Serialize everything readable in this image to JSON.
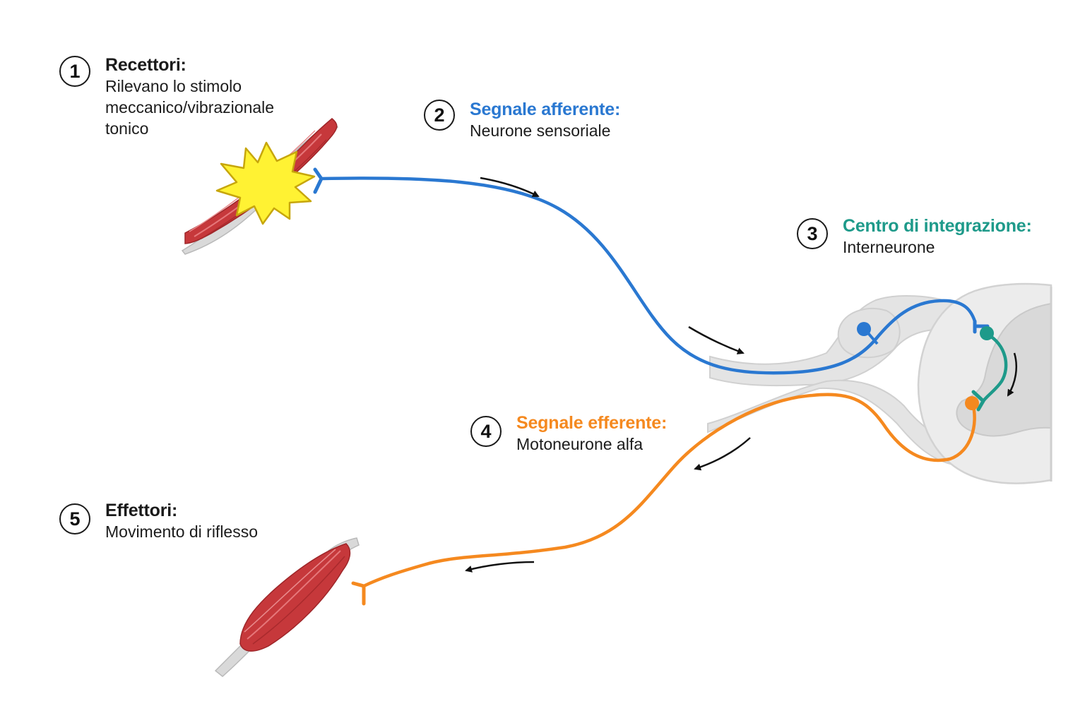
{
  "colors": {
    "afferent": "#2a78d1",
    "interneuron": "#1e9a8a",
    "efferent": "#f5891f",
    "heading_default": "#111111",
    "muscle": "#c6383b",
    "stimulus": "#fff233",
    "spinal_cord": "#e6e6e6"
  },
  "steps": [
    {
      "number": "1",
      "title": "Recettori:",
      "description": "Rilevano lo stimolo\nmeccanico/vibrazionale\ntonico",
      "color": "#111111"
    },
    {
      "number": "2",
      "title": "Segnale afferente:",
      "description": "Neurone sensoriale",
      "color": "#2a78d1"
    },
    {
      "number": "3",
      "title": "Centro di integrazione:",
      "description": "Interneurone",
      "color": "#1e9a8a"
    },
    {
      "number": "4",
      "title": "Segnale efferente:",
      "description": "Motoneurone alfa",
      "color": "#f5891f"
    },
    {
      "number": "5",
      "title": "Effettori:",
      "description": "Movimento di riflesso",
      "color": "#111111"
    }
  ],
  "icons": {
    "receptor_muscle": "stretched-muscle-icon",
    "stimulus": "starburst-icon",
    "effector_muscle": "muscle-icon",
    "spinal_cord": "spinal-cord-cross-section"
  }
}
